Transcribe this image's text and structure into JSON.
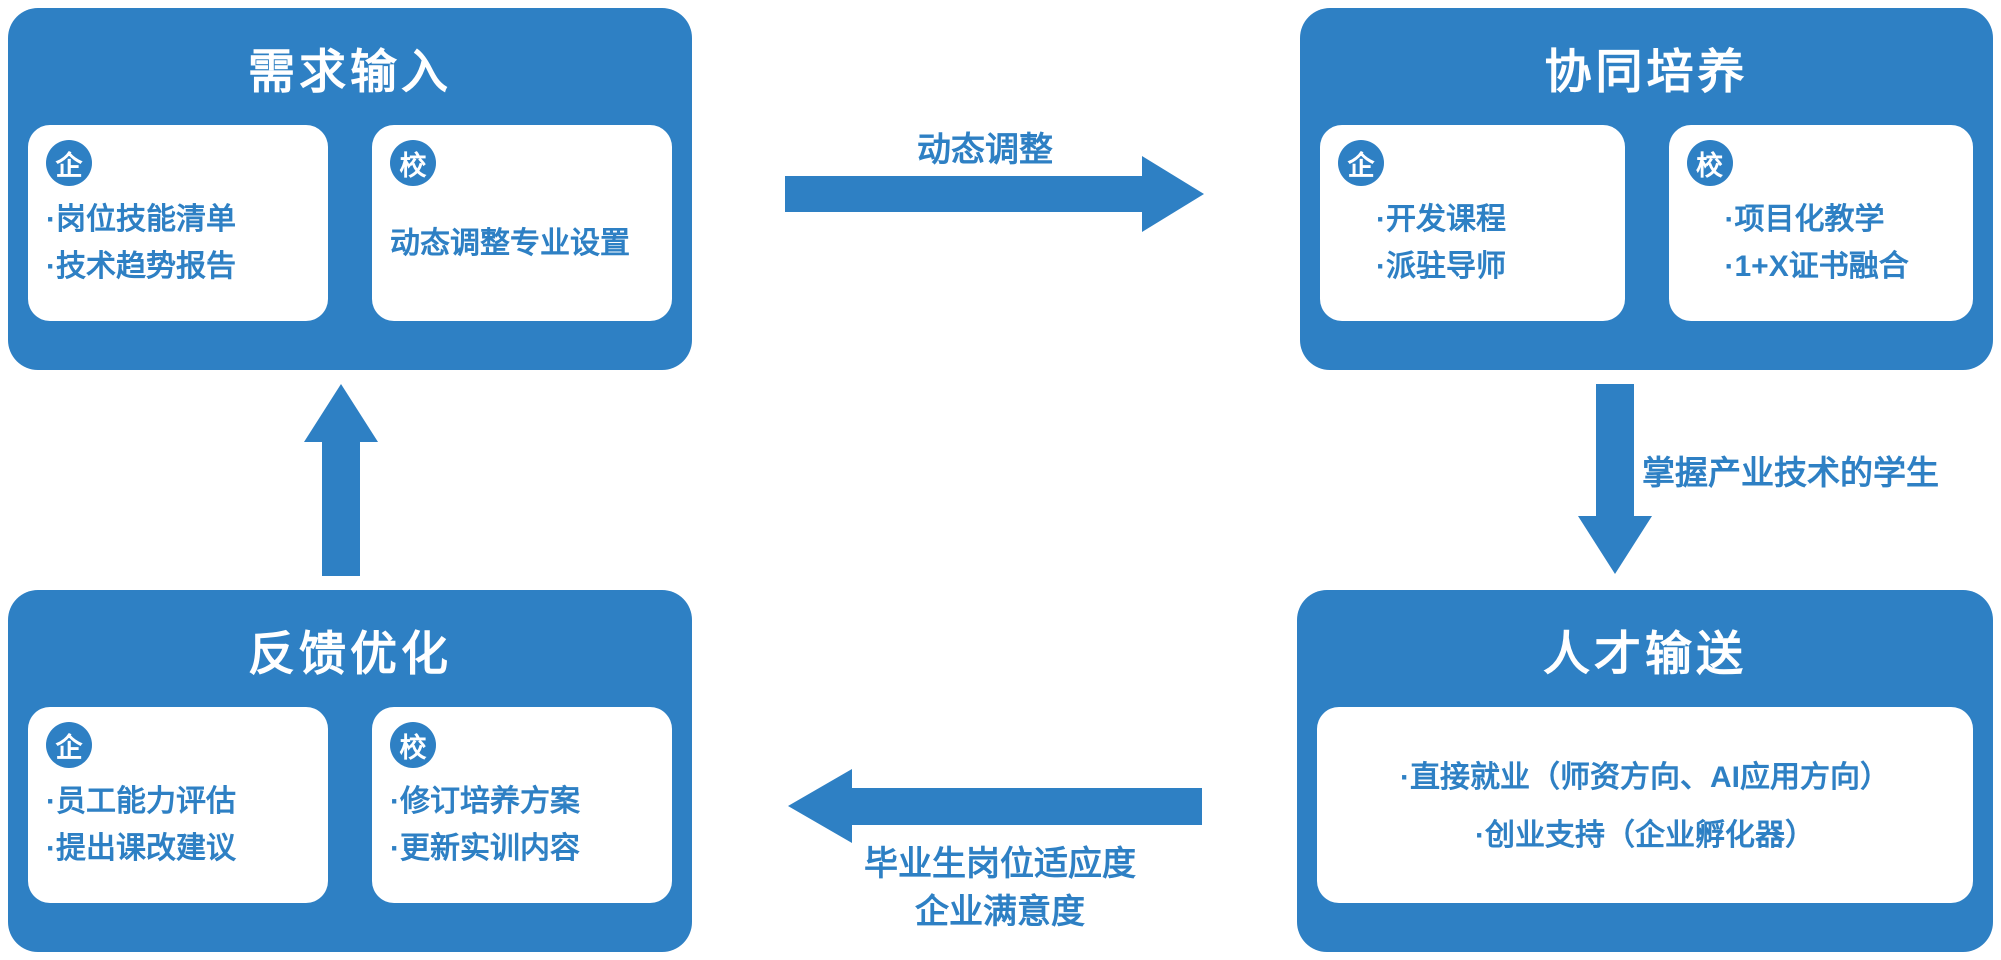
{
  "colors": {
    "accent_blue": "#2E80C4",
    "card_background": "#FFFFFF",
    "page_background": "#FFFFFF"
  },
  "boxes": {
    "demand_input": {
      "title": "需求输入",
      "cards": [
        {
          "badge": "企",
          "items": [
            "·岗位技能清单",
            "·技术趋势报告"
          ]
        },
        {
          "badge": "校",
          "items": [
            "动态调整专业设置"
          ]
        }
      ]
    },
    "collaborative_training": {
      "title": "协同培养",
      "cards": [
        {
          "badge": "企",
          "items": [
            "·开发课程",
            "·派驻导师"
          ]
        },
        {
          "badge": "校",
          "items": [
            "·项目化教学",
            "·1+X证书融合"
          ]
        }
      ]
    },
    "talent_delivery": {
      "title": "人才输送",
      "cards": [
        {
          "items": [
            "·直接就业（师资方向、AI应用方向）",
            "·创业支持（企业孵化器）"
          ]
        }
      ]
    },
    "feedback_optimization": {
      "title": "反馈优化",
      "cards": [
        {
          "badge": "企",
          "items": [
            "·员工能力评估",
            "·提出课改建议"
          ]
        },
        {
          "badge": "校",
          "items": [
            "·修订培养方案",
            "·更新实训内容"
          ]
        }
      ]
    }
  },
  "arrows": {
    "top": {
      "direction": "right",
      "label": "动态调整"
    },
    "right": {
      "direction": "down",
      "label": "掌握产业技术的学生"
    },
    "bottom": {
      "direction": "left",
      "label_line1": "毕业生岗位适应度",
      "label_line2": "企业满意度"
    },
    "left": {
      "direction": "up"
    }
  }
}
